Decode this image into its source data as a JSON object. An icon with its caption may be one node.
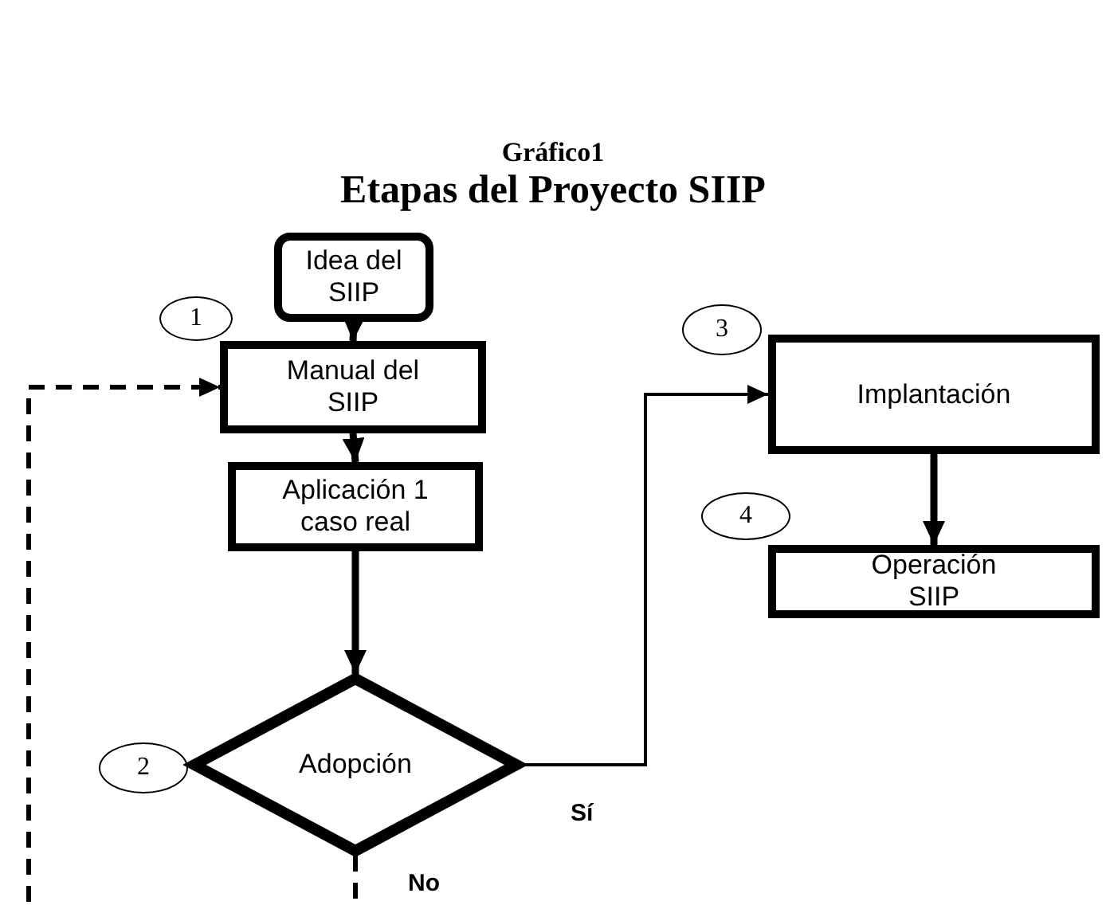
{
  "diagram": {
    "title": "Etapas del Proyecto SIIP",
    "nodes": [
      {
        "text": [
          "Idea del SIIP"
        ]
      },
      {
        "text": [
          "1"
        ]
      },
      {
        "text": [
          "Manual del SIIP"
        ]
      },
      {
        "text": [
          "3"
        ]
      },
      {
        "text": [
          "Implantación"
        ]
      },
      {
        "text": [
          "Aplicación 1 caso real"
        ]
      },
      {
        "text": [
          "4"
        ]
      },
      {
        "text": [
          "Operación SIIP"
        ]
      },
      {
        "text": [
          "2"
        ]
      },
      {
        "text": [
          "Adopción"
        ]
      }
    ],
    "edges": [
      {
        "from": 0,
        "to": 2,
        "arrow": "to"
      },
      {
        "from": 2,
        "to": 5,
        "arrow": "to"
      },
      {
        "from": 5,
        "to": 9,
        "arrow": "to"
      },
      {
        "from": 9,
        "to": 4,
        "arrow": "to",
        "label": "Sí"
      },
      {
        "from": 4,
        "to": 7,
        "arrow": "to"
      },
      {
        "from": 9,
        "to": 2,
        "arrow": "to",
        "label": "No",
        "style": "dashed"
      }
    ],
    "labels": [
      "Gráfico1"
    ]
  }
}
